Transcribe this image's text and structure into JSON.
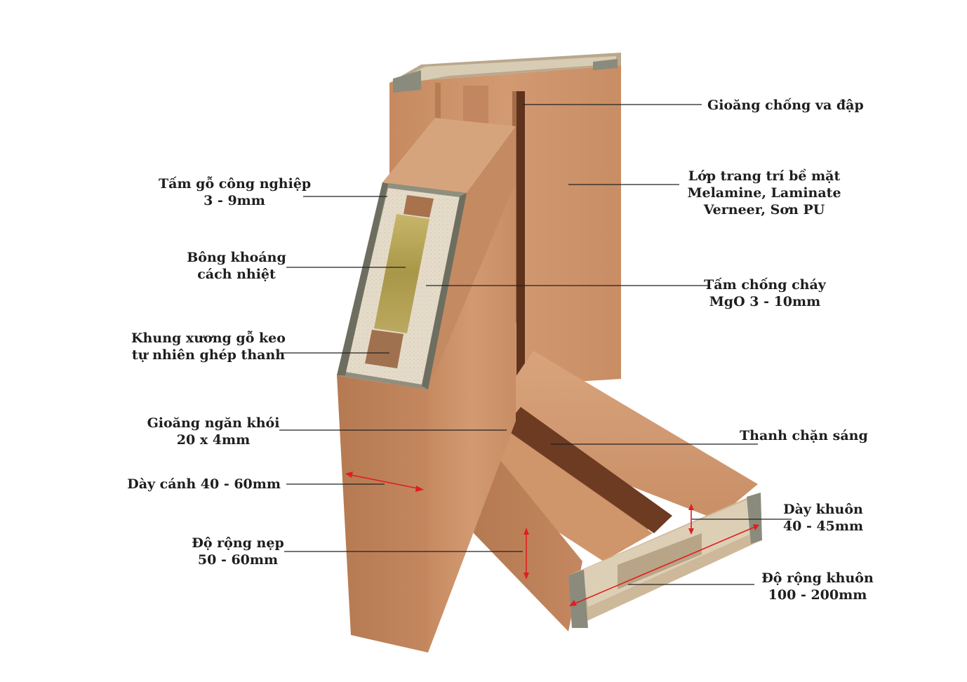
{
  "labels": {
    "gasket_impact": [
      "Gioăng chống va đập"
    ],
    "decor_layer": [
      "Lớp trang trí bề mặt",
      "Melamine, Laminate",
      "Verneer, Sơn PU"
    ],
    "fire_board": [
      "Tấm chống cháy",
      "MgO 3 - 10mm"
    ],
    "light_bar": [
      "Thanh chặn sáng"
    ],
    "frame_thickness": [
      "Dày khuôn",
      "40 - 45mm"
    ],
    "frame_width": [
      "Độ rộng khuôn",
      "100 - 200mm"
    ],
    "plywood": [
      "Tấm gỗ công nghiệp",
      "3 - 9mm"
    ],
    "mineral_wool": [
      "Bông khoáng",
      "cách nhiệt"
    ],
    "wood_frame": [
      "Khung xương gỗ keo",
      "tự nhiên ghép thanh"
    ],
    "smoke_gasket": [
      "Gioăng ngăn khói",
      "20 x 4mm"
    ],
    "leaf_thickness": [
      "Dày cánh 40 - 60mm"
    ],
    "trim_width": [
      "Độ rộng nẹp",
      "50 - 60mm"
    ]
  },
  "colors": {
    "wood": "#c98e66",
    "wood_dark": "#b07550",
    "wood_light": "#d9a583",
    "core": "#e6dccb",
    "mgo": "#7f8072",
    "wool": "#b9a85a",
    "gasket": "#6b3a22",
    "dimension": "#e01e1e",
    "leader": "#222222"
  }
}
